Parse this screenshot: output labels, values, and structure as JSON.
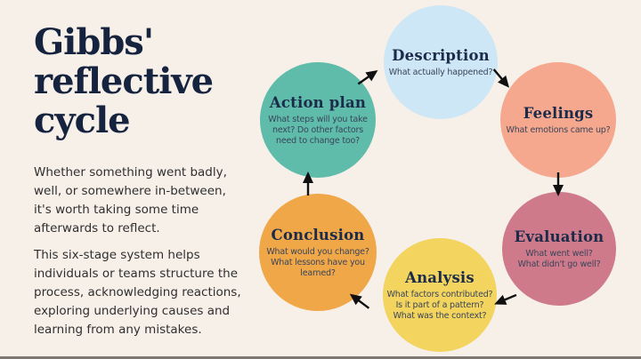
{
  "page": {
    "background_color": "#f7f0e9",
    "bottom_edge_color": "#7d7872"
  },
  "intro": {
    "title": "Gibbs' reflective cycle",
    "title_lines": [
      "Gibbs'",
      "reflective",
      "cycle"
    ],
    "title_color": "#16233f",
    "paragraph1": "Whether something went badly,\nwell, or somewhere in-between,\nit's worth taking some time\nafterwards to reflect.",
    "paragraph2": "This six-stage system helps\nindividuals or teams structure the\nprocess, acknowledging reactions,\nexploring underlying causes and\nlearning from any mistakes.",
    "text_color": "#2f2f2f"
  },
  "cycle": {
    "heading_color": "#1c2b4a",
    "question_color": "#39445a",
    "arrow_color": "#101010",
    "stages": [
      {
        "id": "description",
        "label": "Description",
        "question": "What actually happened?",
        "color": "#cde7f6"
      },
      {
        "id": "feelings",
        "label": "Feelings",
        "question": "What emotions came up?",
        "color": "#f5a88e"
      },
      {
        "id": "evaluation",
        "label": "Evaluation",
        "question": "What went well?\nWhat didn't go well?",
        "color": "#cf7a8a"
      },
      {
        "id": "analysis",
        "label": "Analysis",
        "question": "What factors contributed?\nIs it part of a pattern?\nWhat was the context?",
        "color": "#f2d45e"
      },
      {
        "id": "conclusion",
        "label": "Conclusion",
        "question": "What would you change?\nWhat lessons have you\nlearned?",
        "color": "#f0a748"
      },
      {
        "id": "action_plan",
        "label": "Action plan",
        "question": "What steps will you take\nnext? Do other factors\nneed to change too?",
        "color": "#5fbcaa"
      }
    ],
    "arrows": [
      {
        "from": "description",
        "to": "feelings"
      },
      {
        "from": "feelings",
        "to": "evaluation"
      },
      {
        "from": "evaluation",
        "to": "analysis"
      },
      {
        "from": "analysis",
        "to": "conclusion"
      },
      {
        "from": "conclusion",
        "to": "action_plan"
      },
      {
        "from": "action_plan",
        "to": "description"
      }
    ]
  }
}
